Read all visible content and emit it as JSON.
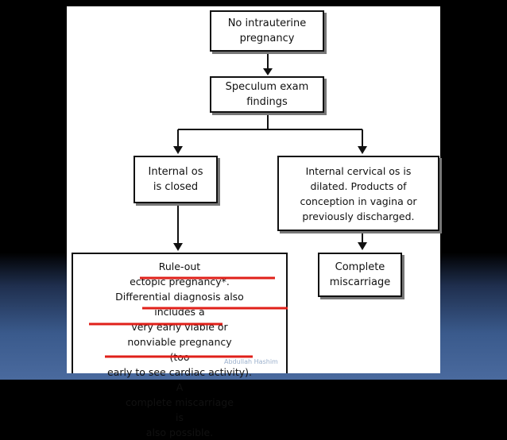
{
  "nodes": {
    "start": [
      "No intrauterine",
      "pregnancy"
    ],
    "speculum": [
      "Speculum exam",
      "findings"
    ],
    "os_closed": [
      "Internal os",
      "is closed"
    ],
    "os_dilated": [
      "Internal cervical os is",
      "dilated. Products of",
      "conception in vagina or",
      "previously discharged."
    ],
    "complete_miscarriage": [
      "Complete",
      "miscarriage"
    ],
    "rule_out": {
      "line1_pre": "Rule-out ",
      "line1_em": "ectopic pregnancy*.",
      "line2": "Differential diagnosis also",
      "line3_pre": "includes a ",
      "line3_em": "very early viable or",
      "line4_em": "nonviable pregnancy",
      "line4_post": " (too",
      "line5": "early to see cardiac activity).",
      "line6_pre": "A ",
      "line6_em": "complete miscarriage",
      "line6_post": " is",
      "line7": "also possible."
    }
  },
  "annotation_color": "#e0201a",
  "watermark": "Abdullah Hashim"
}
